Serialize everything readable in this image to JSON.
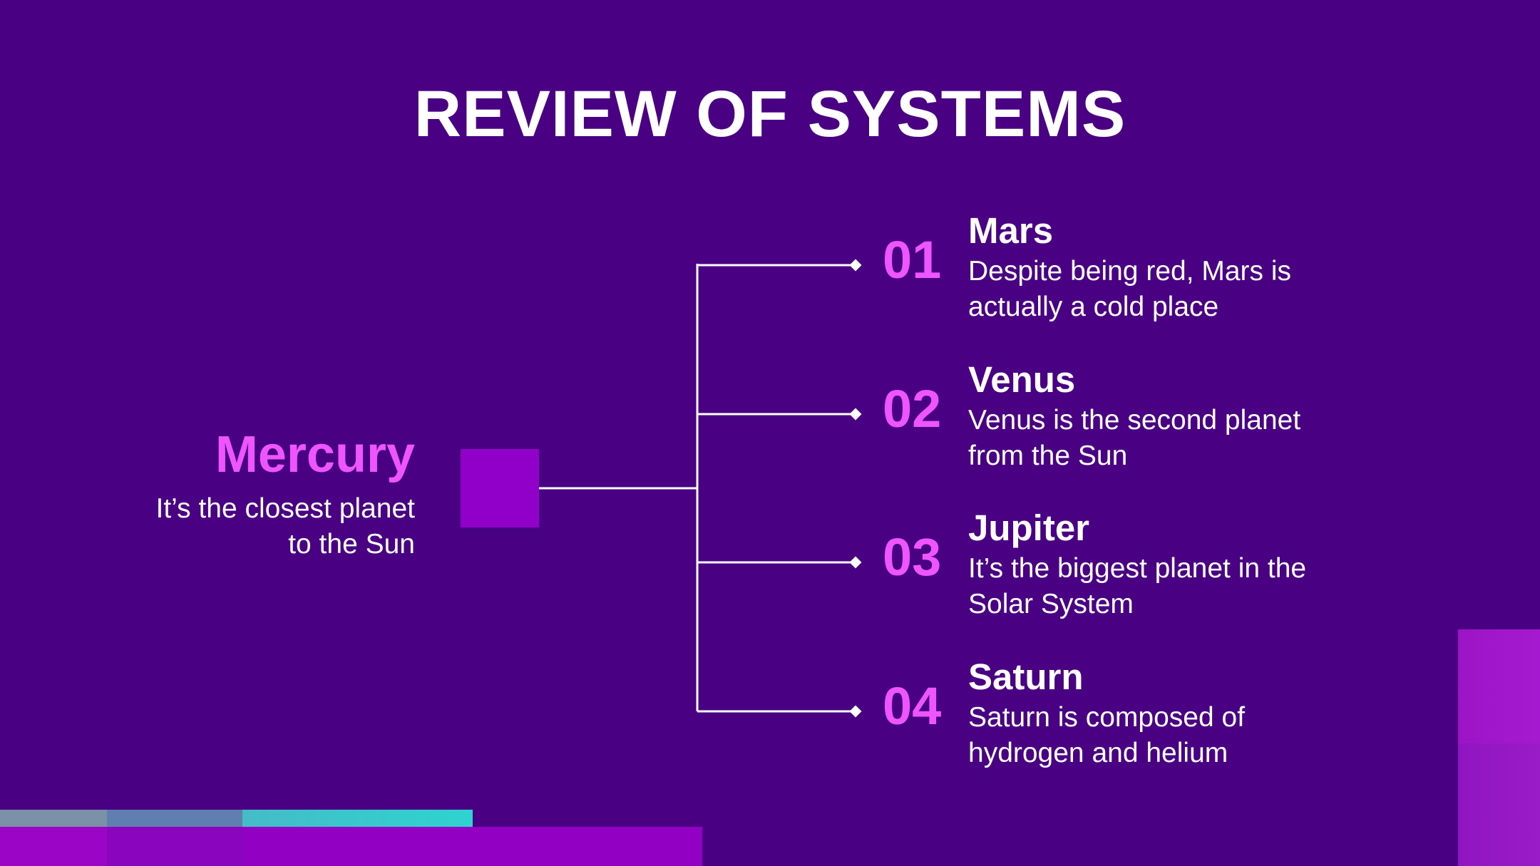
{
  "title": "REVIEW OF SYSTEMS",
  "center": {
    "title": "Mercury",
    "desc_line1": "It’s the closest planet",
    "desc_line2": "to the Sun"
  },
  "items": [
    {
      "num": "01",
      "title": "Mars",
      "desc_line1": "Despite being red, Mars is",
      "desc_line2": "actually a cold place"
    },
    {
      "num": "02",
      "title": "Venus",
      "desc_line1": "Venus is the second planet",
      "desc_line2": "from the Sun"
    },
    {
      "num": "03",
      "title": "Jupiter",
      "desc_line1": "It’s the biggest planet in the",
      "desc_line2": "Solar System"
    },
    {
      "num": "04",
      "title": "Saturn",
      "desc_line1": "Saturn is composed of",
      "desc_line2": "hydrogen and helium"
    }
  ],
  "colors": {
    "background": "#4a0082",
    "accent": "#ee55ff",
    "square": "#9000c8",
    "teal": "#2ed3d0"
  }
}
